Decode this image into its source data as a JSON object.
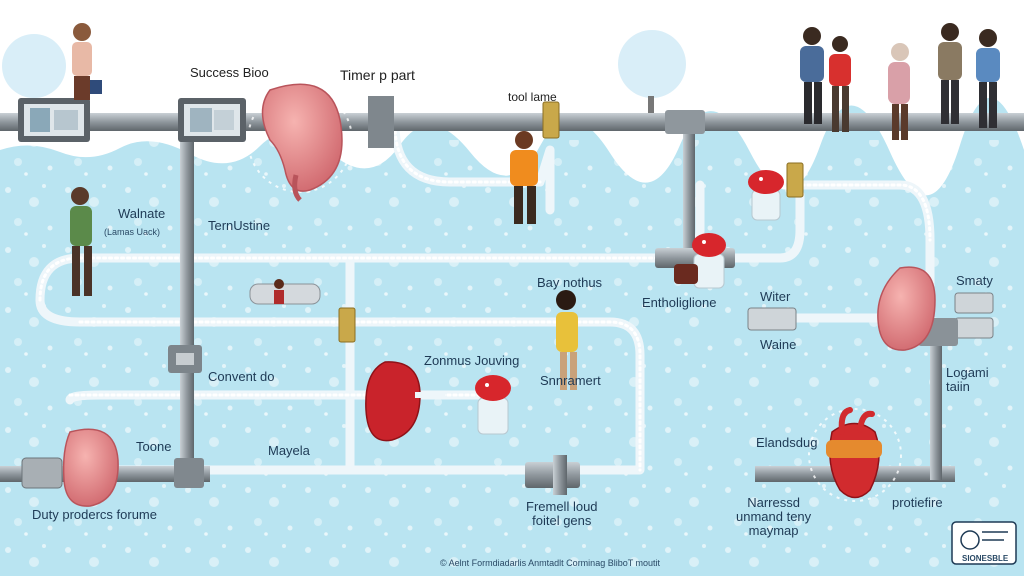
{
  "labels": {
    "success_bio": "Success Bioo",
    "timer_part": "Timer p part",
    "tool_lame": "tool lame",
    "walnate": "Walnate",
    "walnate_sub": "(Lamas Uack)",
    "ternustine": "TernUstine",
    "bay_nothus": "Bay nothus",
    "entholighione": "Entholiglione",
    "witer": "Witer",
    "waine": "Waine",
    "smaty": "Smaty",
    "logami_taiin": "Logami\ntaiin",
    "convent_do": "Convent do",
    "zonmus_jouving": "Zonmus Jouving",
    "snnramert": "Snnramert",
    "toone": "Toone",
    "mayela": "Mayela",
    "elandsdug": "Elandsdug",
    "duty_prodercs": "Duty prodercs forume",
    "fremell_loud": "Fremell loud\nfoitel gens",
    "narressd": "Narressd\nunmand teny\nmaymap",
    "protiefire": "protiefire",
    "footer": "© Aelnt Formdiadarlis Anmtadlt Corminag BliboT moutit",
    "logo": "SIONESBLE"
  },
  "colors": {
    "water": "#b9e4f1",
    "water_deep": "#a4d9ea",
    "pipe": "#9aa3aa",
    "pipe_dark": "#6c757c",
    "foam": "#f3f8fb",
    "organ": "#e8868a",
    "organ_dark": "#b84a52",
    "kidney": "#c9232b",
    "valve": "#c9a84a",
    "mushroom": "#d7262c"
  },
  "icons": [
    "kidney-icon",
    "heart-icon",
    "mushroom-icon",
    "valve-icon",
    "monitor-icon",
    "person-icon",
    "logo-icon"
  ]
}
